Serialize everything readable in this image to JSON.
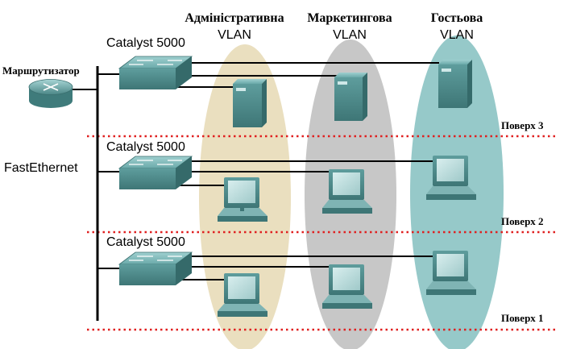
{
  "router": {
    "label": "Маршрутизатор"
  },
  "backbone": {
    "label": "FastEthernet"
  },
  "switches": [
    {
      "label": "Catalyst 5000"
    },
    {
      "label": "Catalyst 5000"
    },
    {
      "label": "Catalyst 5000"
    }
  ],
  "vlans": [
    {
      "name": "Адміністративна",
      "suffix": "VLAN",
      "color": "#eadfbf"
    },
    {
      "name": "Маркетингова",
      "suffix": "VLAN",
      "color": "#c7c7c7"
    },
    {
      "name": "Гостьова",
      "suffix": "VLAN",
      "color": "#96c9c9"
    }
  ],
  "floors": [
    {
      "label": "Поверх 3"
    },
    {
      "label": "Поверх 2"
    },
    {
      "label": "Поверх 1"
    }
  ],
  "colors": {
    "floor_line": "#e02020",
    "device_teal": "#4f9090",
    "link": "#000000"
  }
}
